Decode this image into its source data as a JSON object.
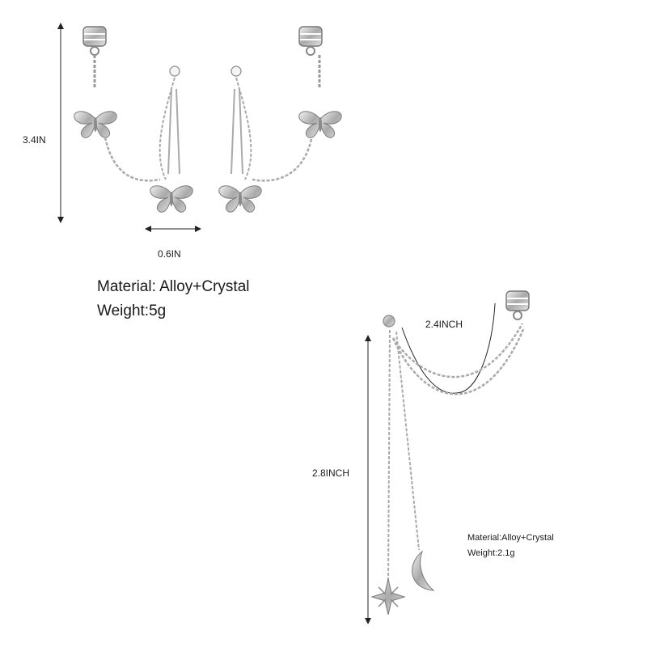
{
  "product_top": {
    "height_label": "3.4IN",
    "width_label": "0.6IN",
    "material": "Material: Alloy+Crystal",
    "weight": "Weight:5g"
  },
  "product_bottom": {
    "chain_label": "2.4INCH",
    "length_label": "2.8INCH",
    "material": "Material:Alloy+Crystal",
    "weight": "Weight:2.1g"
  },
  "colors": {
    "silver": "#b9b9b9",
    "silver_dark": "#7d7d7d",
    "silver_light": "#e6e6e6",
    "dimension_line": "#222222"
  },
  "icons": [
    "butterfly-charm-icon",
    "ear-cuff-icon",
    "crystal-stud-icon",
    "star-charm-icon",
    "moon-charm-icon"
  ]
}
